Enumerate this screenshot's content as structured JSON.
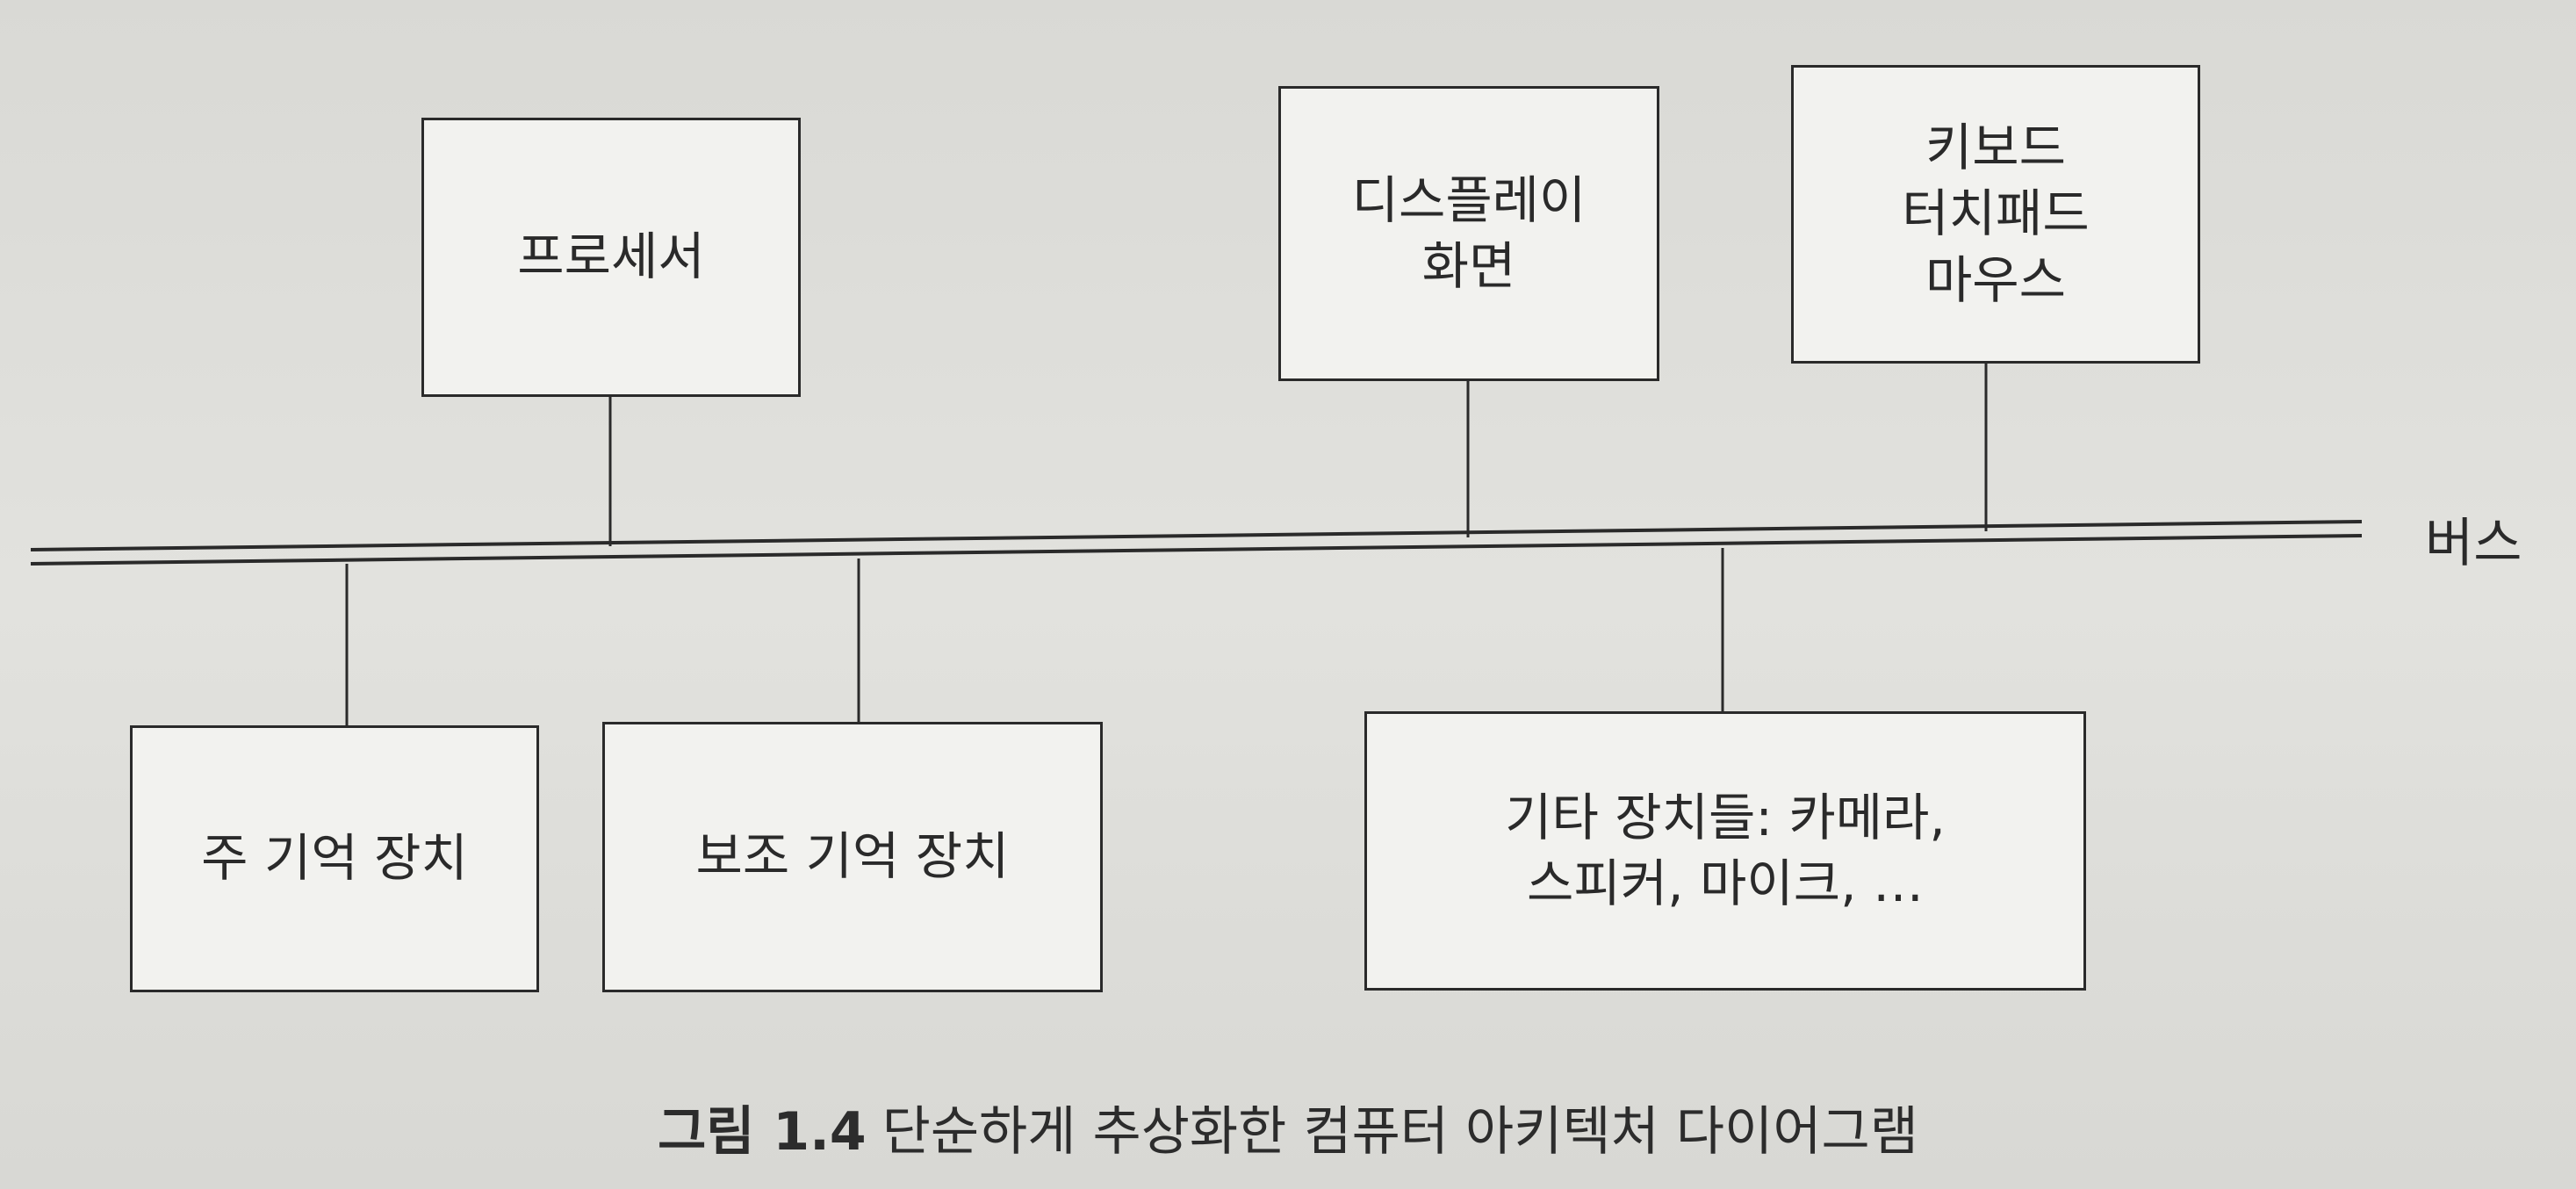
{
  "diagram": {
    "bus_label": "버스",
    "boxes": {
      "processor": "프로세서",
      "display": "디스플레이\n화면",
      "input": "키보드\n터치패드\n마우스",
      "main_memory": "주 기억 장치",
      "secondary_storage": "보조 기억 장치",
      "other_devices": "기타 장치들: 카메라,\n스피커, 마이크, …"
    }
  },
  "caption": {
    "figure_number": "그림 1.4",
    "text": "단순하게 추상화한 컴퓨터 아키텍처 다이어그램"
  }
}
